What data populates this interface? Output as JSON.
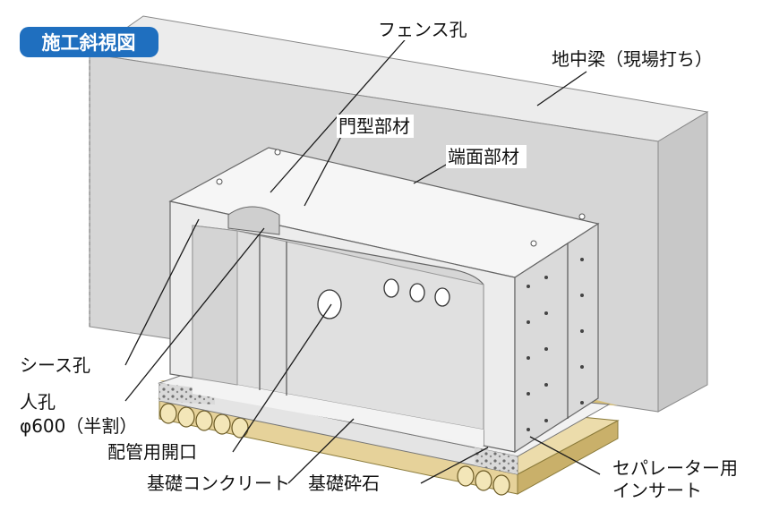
{
  "title": "施工斜視図",
  "labels": {
    "fence_hole": "フェンス孔",
    "ground_beam": "地中梁（現場打ち）",
    "portal_member": "門型部材",
    "end_member": "端面部材",
    "sheath_hole": "シース孔",
    "manhole_line1": "人孔",
    "manhole_line2": "φ600（半割）",
    "piping_opening": "配管用開口",
    "foundation_concrete": "基礎コンクリート",
    "foundation_gravel": "基礎砕石",
    "separator_line1": "セパレーター用",
    "separator_line2": "インサート"
  },
  "colors": {
    "title_badge": "#1f6fbf",
    "beam": "#d6d6d6",
    "concrete_light": "#f1f1f1",
    "concrete_mid": "#e2e2e2",
    "concrete_dark": "#cfcfcf",
    "gravel_slab": "#e6d29a",
    "lines": "#1a1a1a"
  }
}
